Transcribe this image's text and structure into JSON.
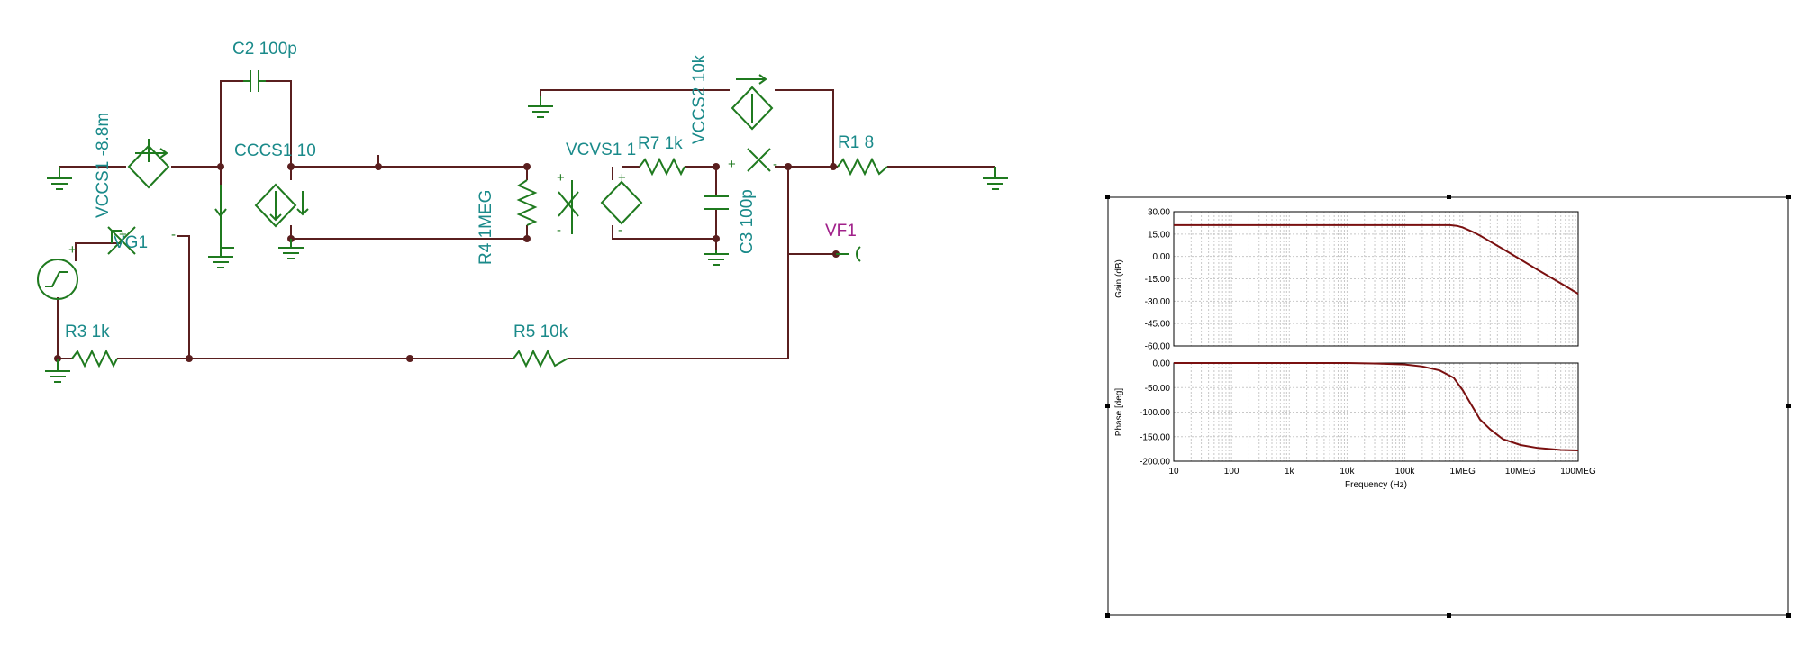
{
  "schematic": {
    "labels": {
      "c2": "C2 100p",
      "cccs1": "CCCS1 10",
      "vccs1": "VCCS1 -8.8m",
      "vg1": "VG1",
      "r4": "R4 1MEG",
      "vcvs1": "VCVS1 1",
      "r7": "R7 1k",
      "vccs2": "VCCS2 10k",
      "r1": "R1 8",
      "c3": "C3 100p",
      "vf1": "VF1",
      "r3": "R3 1k",
      "r5": "R5 10k"
    },
    "wire_color": "#5a1f1f",
    "component_color": "#1f7a1f",
    "label_color": "#1a8a8a",
    "probe_color": "#a0208a"
  },
  "chart_data": [
    {
      "type": "line",
      "panel": "gain",
      "ylabel": "Gain (dB)",
      "xscale": "log",
      "xlim": [
        10,
        100000000
      ],
      "ylim": [
        -60,
        30
      ],
      "yticks": [
        "30.00",
        "15.00",
        "0.00",
        "-15.00",
        "-30.00",
        "-45.00",
        "-60.00"
      ],
      "grid": true,
      "series": [
        {
          "x": [
            10,
            100,
            1000,
            10000,
            100000,
            300000,
            600000,
            800000,
            1000000,
            1500000,
            2000000,
            3000000,
            5000000,
            10000000,
            20000000,
            50000000,
            100000000
          ],
          "y": [
            21,
            21,
            21,
            21,
            21,
            21,
            21,
            20.5,
            19.5,
            16.5,
            14,
            10,
            5,
            -2,
            -9,
            -18,
            -25
          ]
        }
      ]
    },
    {
      "type": "line",
      "panel": "phase",
      "ylabel": "Phase [deg]",
      "xlabel": "Frequency (Hz)",
      "xscale": "log",
      "xlim": [
        10,
        100000000
      ],
      "ylim": [
        -200,
        0
      ],
      "yticks": [
        "0.00",
        "-50.00",
        "-100.00",
        "-150.00",
        "-200.00"
      ],
      "xticks": [
        "10",
        "100",
        "1k",
        "10k",
        "100k",
        "1MEG",
        "10MEG",
        "100MEG"
      ],
      "grid": true,
      "series": [
        {
          "x": [
            10,
            100,
            1000,
            10000,
            30000,
            100000,
            200000,
            400000,
            700000,
            1000000,
            1500000,
            2000000,
            3000000,
            5000000,
            10000000,
            20000000,
            50000000,
            100000000
          ],
          "y": [
            0,
            0,
            0,
            0,
            -1,
            -3,
            -7,
            -15,
            -30,
            -55,
            -90,
            -115,
            -135,
            -155,
            -167,
            -173,
            -177,
            -178
          ]
        }
      ]
    }
  ]
}
